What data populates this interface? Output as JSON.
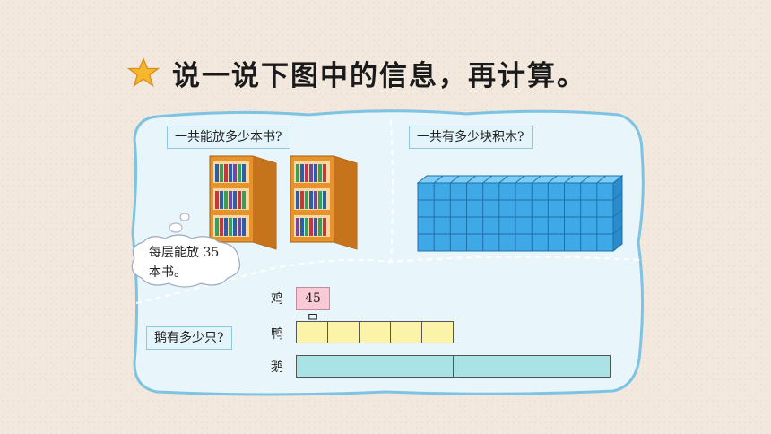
{
  "title": "说一说下图中的信息，再计算。",
  "panels": {
    "books": {
      "question": "一共能放多少本书?",
      "bubble_line1": "每层能放 35",
      "bubble_line2": "本书。",
      "bookcase_count": 2,
      "shelves_per_case": 3
    },
    "blocks": {
      "question": "一共有多少块积木?",
      "columns": 12,
      "rows": 4
    },
    "birds": {
      "question": "鹅有多少只?",
      "rows": [
        {
          "label": "鸡",
          "tag": "45 只",
          "cells": 1
        },
        {
          "label": "鸭",
          "cells": 5
        },
        {
          "label": "鹅",
          "cells": 2
        }
      ]
    }
  },
  "colors": {
    "panel_fill": "#e8f5fb",
    "panel_border": "#7ec3e2",
    "duck": "#fbf3a8",
    "goose": "#a9e3e6",
    "chicken": "#f9c9d6",
    "block": "#3fa9e8",
    "bookcase": "#e7932c"
  }
}
